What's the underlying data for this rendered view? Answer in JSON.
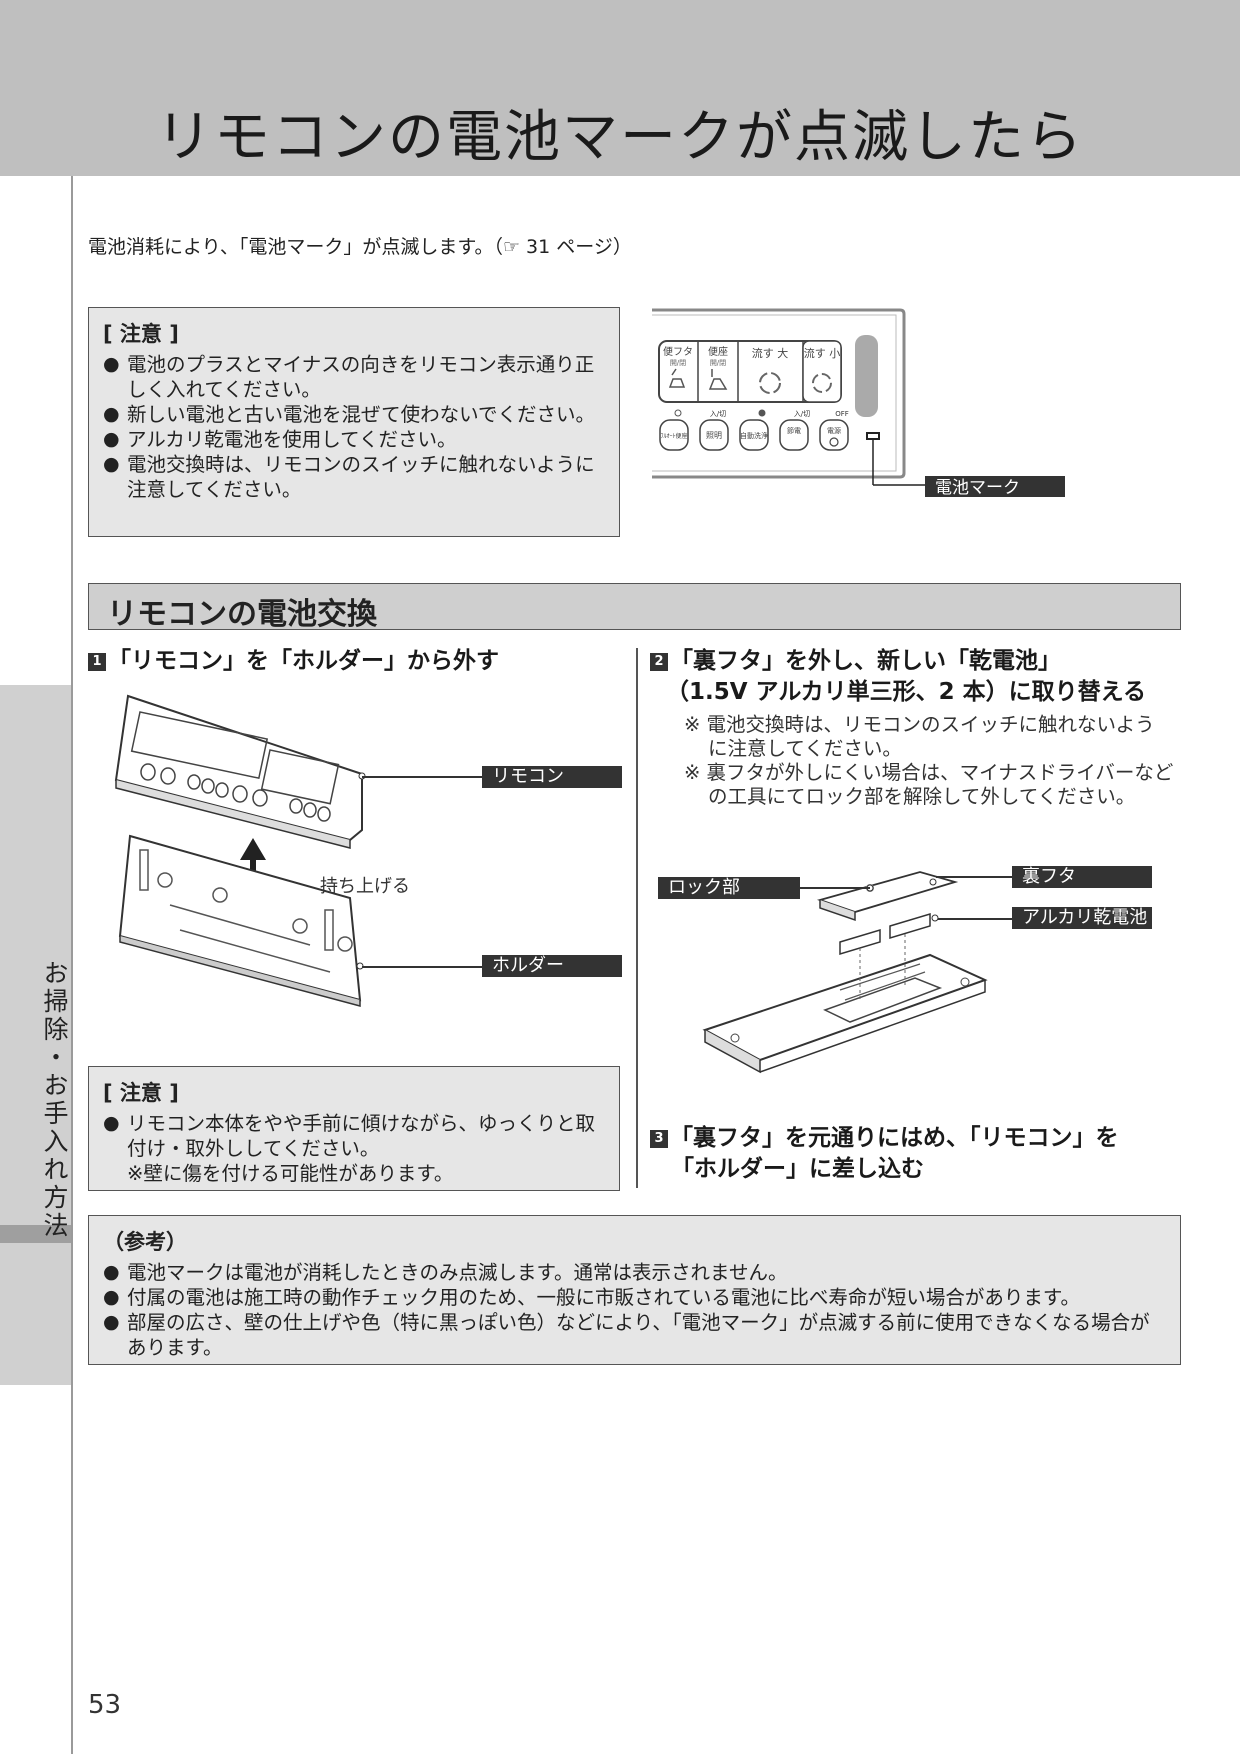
{
  "header": {
    "title": "リモコンの電池マークが点滅したら"
  },
  "intro": "電池消耗により、「電池マーク」が点滅します。（☞ 31 ページ）",
  "caution1": {
    "title": "[ 注意 ]",
    "items": [
      "電池のプラスとマイナスの向きをリモコン表示通り正しく入れてください。",
      "新しい電池と古い電池を混ぜて使わないでください。",
      "アルカリ乾電池を使用してください。",
      "電池交換時は、リモコンのスイッチに触れないように注意してください。"
    ]
  },
  "remote_panel": {
    "buttons_top": [
      "便フタ",
      "便座",
      "流す 大",
      "流す 小"
    ],
    "buttons_top_sub": [
      "開/閉",
      "開/閉"
    ],
    "buttons_bottom": [
      "ﾌﾙｵｰﾄ便座",
      "照明",
      "自動洗浄",
      "節電",
      "電源"
    ],
    "labels_small": [
      "入/切",
      "入/切",
      "OFF"
    ],
    "battery_label": "電池マーク"
  },
  "section": {
    "title": "リモコンの電池交換"
  },
  "step1": {
    "num": "1",
    "text": "「リモコン」を「ホルダー」から外す",
    "labels": {
      "remote": "リモコン",
      "holder": "ホルダー",
      "lift": "持ち上げる"
    }
  },
  "caution2": {
    "title": "[ 注意 ]",
    "item": "リモコン本体をやや手前に傾けながら、ゆっくりと取付け・取外ししてください。",
    "sub": "※壁に傷を付ける可能性があります。"
  },
  "step2": {
    "num": "2",
    "line1": "「裏フタ」を外し、新しい「乾電池」",
    "line2": "（1.5V アルカリ単三形、2 本）に取り替える",
    "notes": [
      "※ 電池交換時は、リモコンのスイッチに触れないように注意してください。",
      "※ 裏フタが外しにくい場合は、マイナスドライバーなどの工具にてロック部を解除して外してください。"
    ],
    "labels": {
      "lock": "ロック部",
      "cover": "裏フタ",
      "battery": "アルカリ乾電池"
    }
  },
  "step3": {
    "num": "3",
    "line1": "「裏フタ」を元通りにはめ、「リモコン」を",
    "line2": "「ホルダー」に差し込む"
  },
  "reference": {
    "title": "（参考）",
    "items": [
      "電池マークは電池が消耗したときのみ点滅します。通常は表示されません。",
      "付属の電池は施工時の動作チェック用のため、一般に市販されている電池に比べ寿命が短い場合があります。",
      "部屋の広さ、壁の仕上げや色（特に黒っぽい色）などにより、「電池マーク」が点滅する前に使用できなくなる場合があります。"
    ]
  },
  "side_tab": "お掃除・お手入れ方法",
  "page_number": "53"
}
